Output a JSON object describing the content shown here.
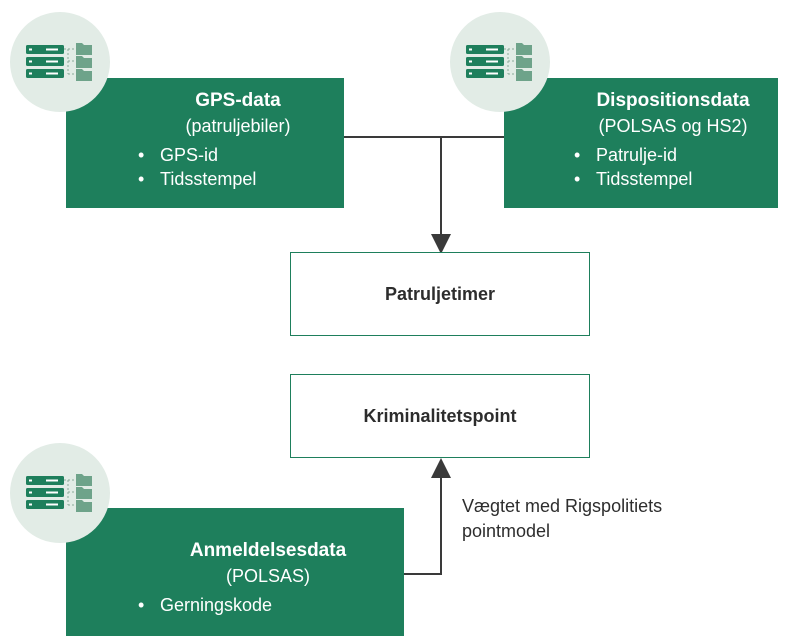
{
  "gps": {
    "title": "GPS-data",
    "subtitle": "(patruljebiler)",
    "items": [
      "GPS-id",
      "Tidsstempel"
    ]
  },
  "disposition": {
    "title": "Dispositionsdata",
    "subtitle": "(POLSAS og HS2)",
    "items": [
      "Patrulje-id",
      "Tidsstempel"
    ]
  },
  "patrol": {
    "label": "Patruljetimer"
  },
  "crime": {
    "label": "Kriminalitetspoint"
  },
  "report": {
    "title": "Anmeldelsesdata",
    "subtitle": "(POLSAS)",
    "items": [
      "Gerningskode"
    ]
  },
  "weight_note": {
    "line1": "Vægtet med Rigspolitiets",
    "line2": "pointmodel"
  },
  "icons": {
    "database": "server-folders-icon"
  },
  "colors": {
    "primary": "#1e7f5c",
    "icon_bg": "#e2ece6",
    "line": "#3a3a3a"
  }
}
